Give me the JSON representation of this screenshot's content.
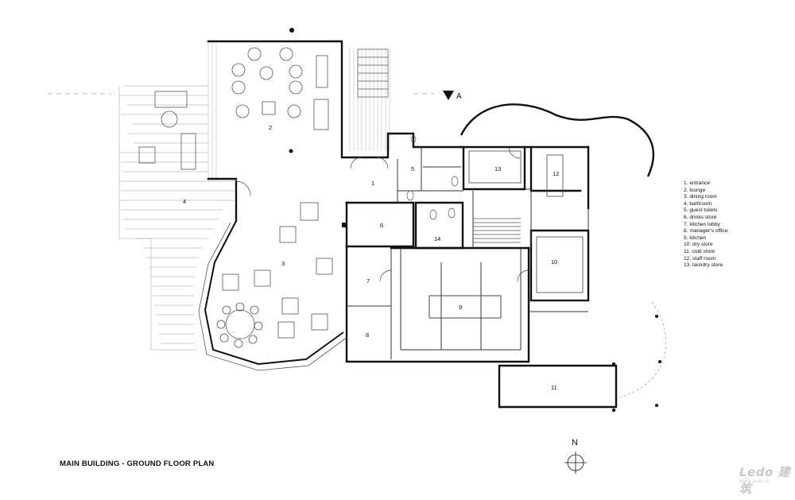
{
  "title": "MAIN BUILDING - GROUND FLOOR PLAN",
  "north_label": "N",
  "section_label": "A",
  "room_labels": [
    "1",
    "2",
    "3",
    "4",
    "5",
    "6",
    "7",
    "8",
    "9",
    "10",
    "11",
    "12",
    "13",
    "14"
  ],
  "legend": [
    "1. entrance",
    "2. lounge",
    "3. dining room",
    "4. bathroom",
    "5. guest toilets",
    "6. drinks store",
    "7. kitchen lobby",
    "8. manager's office",
    "9. kitchen",
    "10. dry store",
    "11. cold store",
    "12. staff room",
    "13. laundry store"
  ],
  "watermark": "Ledo 建筑",
  "watermark_sub": "www.ledo.cn",
  "colors": {
    "wall": "#111111",
    "line": "#555555",
    "light": "#9a9a9a",
    "watermark": "#c8c8c8"
  }
}
